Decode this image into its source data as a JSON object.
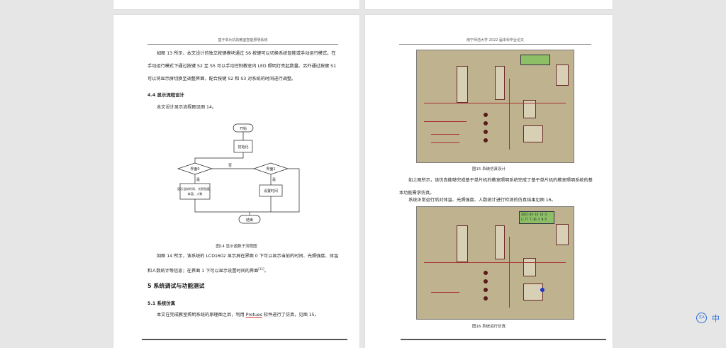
{
  "left_page": {
    "running_head": "基于单片机的教室智能照明系统",
    "para1": "如图 13 所示，本文设计的独立按键模块通过 S6 按键可以切换系统智能或手动运行模式。在手动运行模式下通过按键 S2 至 S5 可以手动控制教室内 LED 照明灯亮起数量。另外通过按键 S1 可以将显示屏切换至调整界面，配合按键 S2 和 S3 对系统的时间进行调整。",
    "h44": "4.4  显示流程设计",
    "para2": "本文设计显示流程图见图 14。",
    "flow": {
      "start": "开始",
      "init": "初始化",
      "no": "否",
      "yes1": "是",
      "yes2": "是",
      "iface0": "界面0",
      "iface1": "界面1",
      "disp_lines": [
        "显示当前时间、光照强度、",
        "体温、人数"
      ],
      "settime": "设置时间",
      "end": "结束"
    },
    "fig14": "图14  显示函数子流程图",
    "para3_a": "如图 14 所示，该系统的 LCD1602 显示屏在界面 0 下可以显示当前的时间、光照强度、体温和人数统计等信息；在界面 1 下可以显示设置时间的界面",
    "para3_ref": "[11]",
    "para3_b": "。",
    "h5": "5  系统调试与功能测试",
    "h51": "5.1  系统仿真",
    "para4_a": "本文在完成教室照明系统的原理图之后，利用 ",
    "para4_u": "Protues",
    "para4_b": " 软件进行了仿真，见图 15。"
  },
  "right_page": {
    "running_head": "南宁师范大学 2022 届本科毕业论文",
    "fig15": "图15  系统仿真设计",
    "para1": "如上图所示，该仿真能够完成基于单片机的教室照明系统完成了基于单片机的教室照明系统的基本功能需求仿真。",
    "para2": "系统正常运行后对体温、光照强度、人数统计进行检测的仿真结果见图 16。",
    "lcd2_line1": "2022-05-14  16:3",
    "lcd2_line2": "L:77 T:36.5 N:5",
    "fig16": "图16  系统运行仿真"
  },
  "widget": {
    "text": "中"
  },
  "colors": {
    "sim_bg": "#bfb28f",
    "link": "#2b6cd6"
  }
}
